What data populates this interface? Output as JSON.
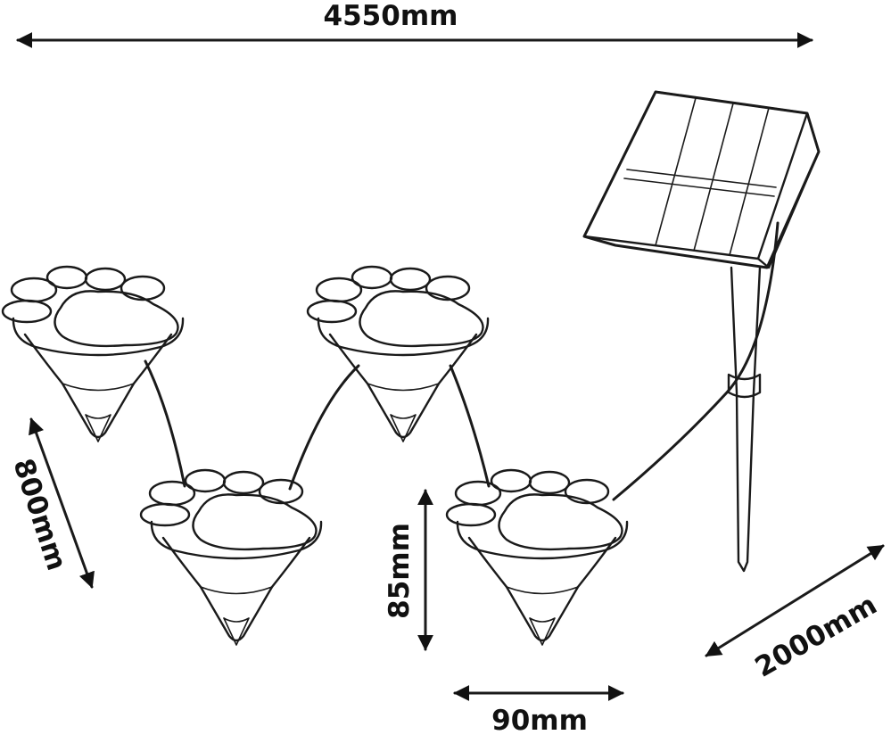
{
  "dimensions": {
    "total_length": "4550mm",
    "light_spacing": "800mm",
    "light_height": "85mm",
    "light_width": "90mm",
    "panel_cable": "2000mm"
  },
  "colors": {
    "ink": "#1a1a1a",
    "background": "#ffffff"
  }
}
